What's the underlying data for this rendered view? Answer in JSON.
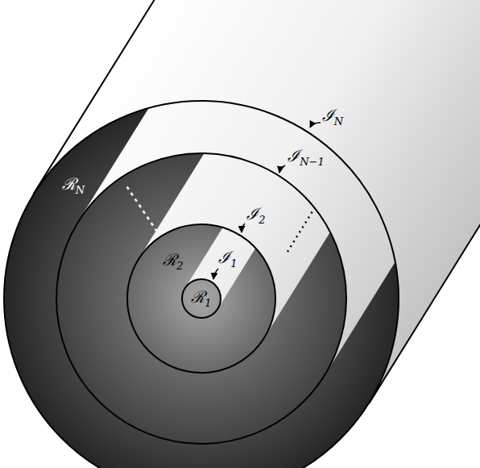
{
  "diagram": {
    "labels": [
      "ℐN",
      "ℛN",
      "ℐN−1",
      "ℐ2",
      "ℛ2",
      "ℐ1",
      "ℛ1"
    ]
  }
}
